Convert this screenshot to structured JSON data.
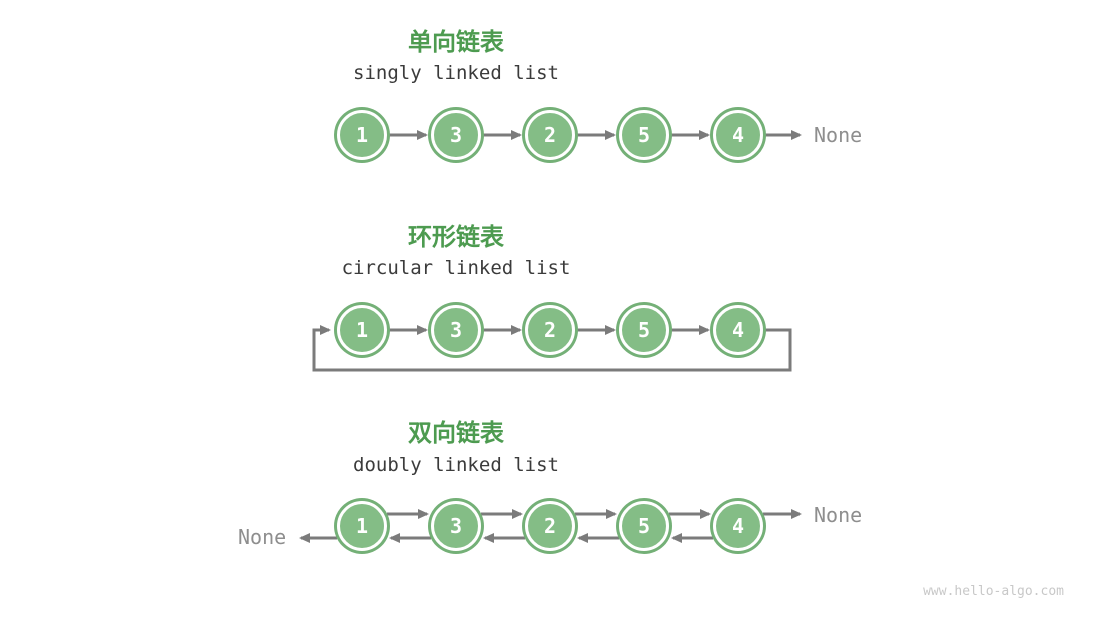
{
  "watermark": "www.hello-algo.com",
  "colors": {
    "node_green": "#84bd86",
    "node_ring_green": "#74b077",
    "title_green": "#4d9b50",
    "subtitle_dark": "#3b3b3b",
    "arrow_gray": "#7b7b7b",
    "none_gray": "#8e8e8e",
    "watermark_gray": "#c8c8c8"
  },
  "sections": {
    "singly": {
      "title_zh": "单向链表",
      "title_en": "singly linked list",
      "nodes": [
        "1",
        "3",
        "2",
        "5",
        "4"
      ],
      "tail_label": "None"
    },
    "circular": {
      "title_zh": "环形链表",
      "title_en": "circular linked list",
      "nodes": [
        "1",
        "3",
        "2",
        "5",
        "4"
      ]
    },
    "doubly": {
      "title_zh": "双向链表",
      "title_en": "doubly linked list",
      "nodes": [
        "1",
        "3",
        "2",
        "5",
        "4"
      ],
      "head_label": "None",
      "tail_label": "None"
    }
  }
}
